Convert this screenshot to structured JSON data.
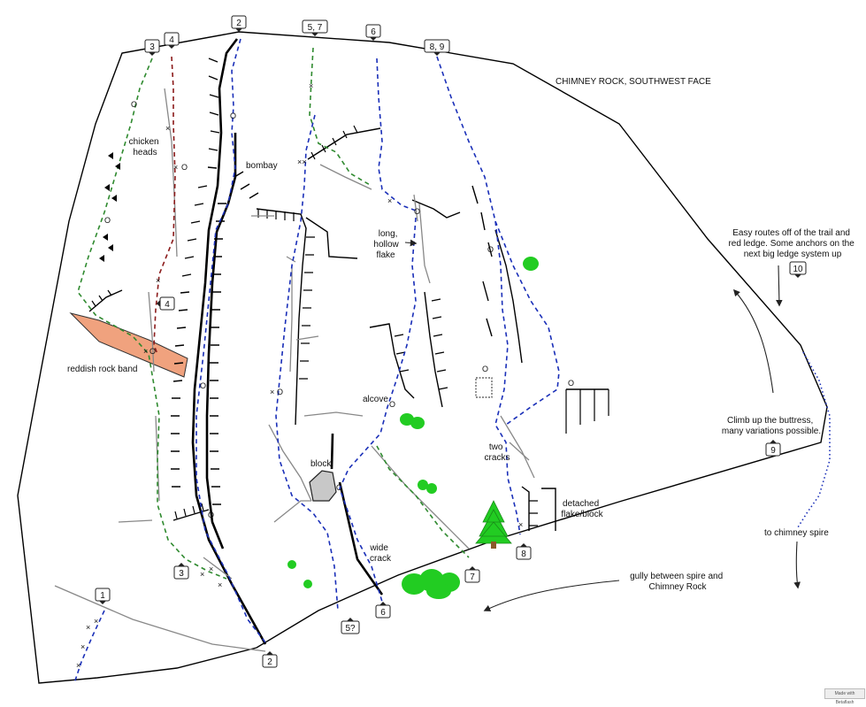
{
  "title": "CHIMNEY ROCK, SOUTHWEST FACE",
  "route_tags": {
    "t3_top": "3",
    "t4_top": "4",
    "t2_top": "2",
    "t57_top": "5, 7",
    "t6_top": "6",
    "t89_top": "8, 9",
    "t4_mid": "4",
    "t10": "10",
    "t9": "9",
    "t1": "1",
    "t3_bot": "3",
    "t2_bot": "2",
    "t5q": "5?",
    "t6_bot": "6",
    "t7": "7",
    "t8": "8"
  },
  "labels": {
    "chicken_1": "chicken",
    "chicken_2": "heads",
    "bombay": "bombay",
    "long_1": "long,",
    "long_2": "hollow",
    "long_3": "flake",
    "reddish": "reddish rock band",
    "alcove": "alcove",
    "block": "block",
    "wide_1": "wide",
    "wide_2": "crack",
    "two_1": "two",
    "two_2": "cracks",
    "detached_1": "detached",
    "detached_2": "flake/block",
    "easy_1": "Easy routes off of the trail and",
    "easy_2": "red ledge.  Some anchors on the",
    "easy_3": "next big ledge system up",
    "climb_1": "Climb up the buttress,",
    "climb_2": "many variations possible.",
    "spire": "to chimney spire",
    "gully_1": "gully between spire and",
    "gully_2": "Chimney Rock"
  },
  "footer": "Made with Betaflash",
  "colors": {
    "route_blue": "#1a2fb8",
    "route_green": "#2f8a2f",
    "route_red": "#8b1a1a",
    "rock_band": "#f0a27e",
    "bush": "#22cc22",
    "block": "#c8c8c8"
  }
}
